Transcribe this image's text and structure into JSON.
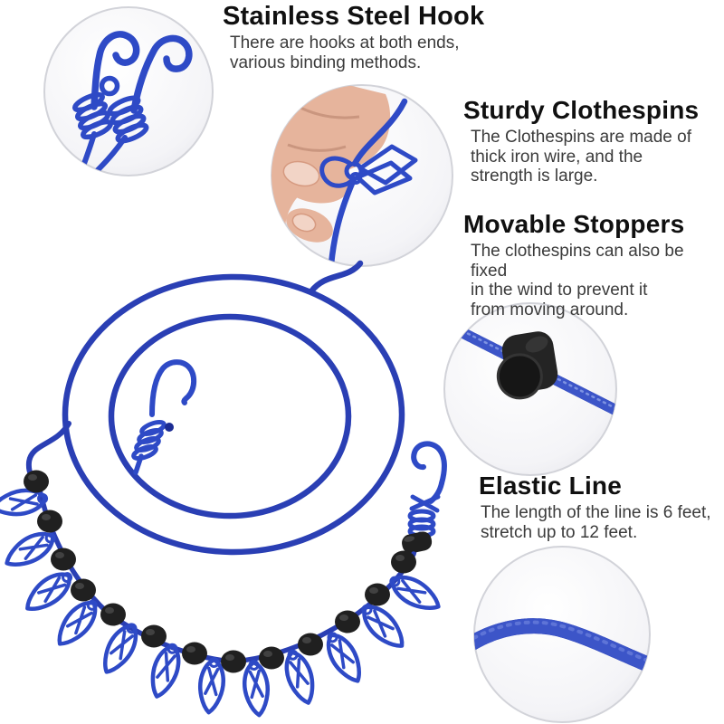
{
  "callouts": [
    {
      "title": "Stainless Steel Hook",
      "lines": [
        "There are hooks at both ends,",
        "various binding methods."
      ]
    },
    {
      "title": "Sturdy Clothespins",
      "lines": [
        "The Clothespins are made of",
        "thick iron wire, and the",
        "strength is large."
      ]
    },
    {
      "title": "Movable Stoppers",
      "lines": [
        "The clothespins can also be fixed",
        "in the wind to prevent it",
        "from moving around."
      ]
    },
    {
      "title": "Elastic Line",
      "lines": [
        "The length of the line is 6 feet,",
        "stretch up to 12 feet."
      ]
    }
  ],
  "colors": {
    "rope_blue": "#2a3fb4",
    "rope_blue_bright": "#2e4ac6",
    "rope_blue_dark": "#1c2c94",
    "bead_black": "#202020",
    "stopper_black": "#242424",
    "title_text": "#101010",
    "body_text": "#3b3b3b",
    "circle_bg": "#f5f5f7",
    "circle_border": "#d2d3d9",
    "skin": "#e6b49c",
    "nail": "#f2d4c6",
    "background": "#ffffff"
  }
}
